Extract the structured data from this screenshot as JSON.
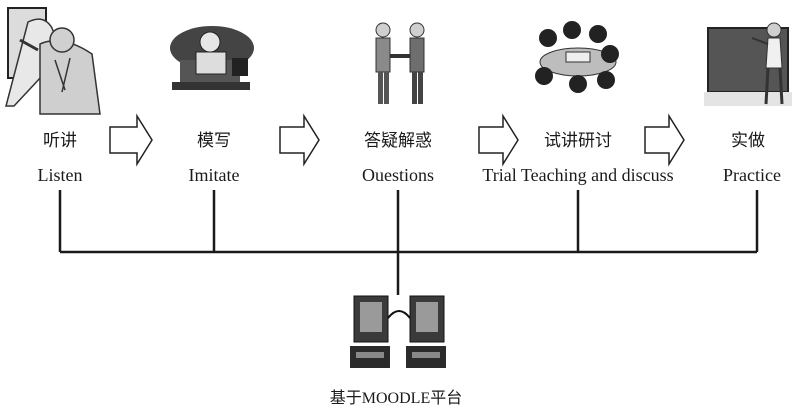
{
  "steps": [
    {
      "zh": "听讲",
      "en": "Listen",
      "icon": "teacher-pointing-icon"
    },
    {
      "zh": "模写",
      "en": "Imitate",
      "icon": "student-writing-icon"
    },
    {
      "zh": "答疑解惑",
      "en": "Ouestions",
      "icon": "handshake-icon"
    },
    {
      "zh": "试讲研讨",
      "en": "Trial Teaching and discuss",
      "icon": "group-discussion-icon"
    },
    {
      "zh": "实做",
      "en": "Practice",
      "icon": "teacher-at-board-icon"
    }
  ],
  "platform": {
    "label": "基于MOODLE平台",
    "icon": "networked-computers-icon"
  }
}
